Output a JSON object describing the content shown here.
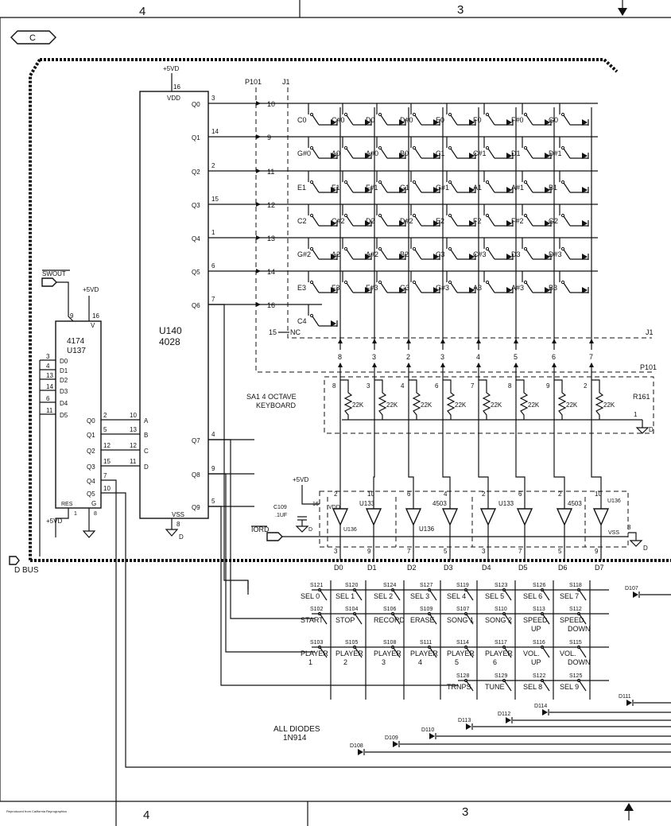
{
  "border": {
    "zones_top": [
      "4",
      "3"
    ],
    "zones_bottom": [
      "4",
      "3"
    ],
    "sheet_letter": "C",
    "credit": "Reproduced from California Reprographics"
  },
  "power": {
    "vdd_top": "+5VD",
    "vdd_latch": "+5VD",
    "vdd_bottom": "+5VD",
    "vdd_buffer": "+5VD",
    "ground_label": "D"
  },
  "u140": {
    "ref": "U140",
    "part": "4028",
    "vdd_pin": "VDD",
    "vdd_num": "16",
    "vss_pin": "VSS",
    "vss_num": "8",
    "inputs": [
      {
        "name": "A",
        "num": "10"
      },
      {
        "name": "B",
        "num": "13"
      },
      {
        "name": "C",
        "num": "12"
      },
      {
        "name": "D",
        "num": "11"
      }
    ],
    "outputs": [
      {
        "name": "Q0",
        "num": "3"
      },
      {
        "name": "Q1",
        "num": "14"
      },
      {
        "name": "Q2",
        "num": "2"
      },
      {
        "name": "Q3",
        "num": "15"
      },
      {
        "name": "Q4",
        "num": "1"
      },
      {
        "name": "Q5",
        "num": "6"
      },
      {
        "name": "Q6",
        "num": "7"
      },
      {
        "name": "Q7",
        "num": "4"
      },
      {
        "name": "Q8",
        "num": "9"
      },
      {
        "name": "Q9",
        "num": "5"
      }
    ]
  },
  "u137": {
    "ref": "U137",
    "part": "4174",
    "v_pin": "V",
    "v_num": "16",
    "clk_num": "9",
    "res_pin": "RES",
    "res_num": "1",
    "g_pin": "G",
    "g_num": "8",
    "signal": "SWOUT",
    "inputs": [
      {
        "name": "D0",
        "num": "3"
      },
      {
        "name": "D1",
        "num": "4"
      },
      {
        "name": "D2",
        "num": "13"
      },
      {
        "name": "D3",
        "num": "14"
      },
      {
        "name": "D4",
        "num": "6"
      },
      {
        "name": "D5",
        "num": "11"
      }
    ],
    "outputs": [
      {
        "name": "Q0",
        "num": "2"
      },
      {
        "name": "Q1",
        "num": "5"
      },
      {
        "name": "Q2",
        "num": "12"
      },
      {
        "name": "Q3",
        "num": "15"
      },
      {
        "name": "Q4",
        "num": "7"
      },
      {
        "name": "Q5",
        "num": "10"
      }
    ]
  },
  "connectors": {
    "p101": "P101",
    "j1": "J1",
    "row_pins": [
      "10",
      "9",
      "11",
      "12",
      "13",
      "14",
      "16"
    ],
    "nc_pin": "15",
    "nc_label": "NC",
    "col_pins": [
      "8",
      "3",
      "2",
      "3",
      "4",
      "5",
      "6",
      "7"
    ]
  },
  "keyboard": {
    "title": "SA1 4 OCTAVE",
    "subtitle": "KEYBOARD",
    "rows": [
      [
        "C0",
        "C#0",
        "D0",
        "D#0",
        "E0",
        "F0",
        "F#0",
        "G0"
      ],
      [
        "G#0",
        "A0",
        "A#0",
        "B0",
        "C1",
        "C#1",
        "D1",
        "D#1"
      ],
      [
        "E1",
        "F1",
        "F#1",
        "G1",
        "G#1",
        "A1",
        "A#1",
        "B1"
      ],
      [
        "C2",
        "C#2",
        "D2",
        "D#2",
        "E2",
        "F2",
        "F#2",
        "G2"
      ],
      [
        "G#2",
        "A2",
        "A#2",
        "B2",
        "C3",
        "C#3",
        "D3",
        "D#3"
      ],
      [
        "E3",
        "F3",
        "F#3",
        "G3",
        "G#3",
        "A3",
        "A#3",
        "B3"
      ],
      [
        "C4"
      ]
    ]
  },
  "resistors": {
    "ref": "R161",
    "value": "22K",
    "common_pin": "1",
    "pins": [
      "8",
      "3",
      "4",
      "6",
      "7",
      "8",
      "9",
      "2"
    ]
  },
  "buffers": {
    "chips": [
      "U133",
      "U136",
      "4503",
      "U133",
      "4503",
      "U136"
    ],
    "vdd": "VDD",
    "vss": "VSS",
    "vdd_num": "16",
    "vss_num": "8",
    "cap_ref": "C109",
    "cap_value": ".1UF",
    "iord": "IORD",
    "in_pins": [
      "2",
      "10",
      "6",
      "4",
      "2",
      "6",
      "2",
      "10"
    ],
    "out_pins": [
      "3",
      "9",
      "7",
      "5",
      "3",
      "7",
      "5",
      "9"
    ],
    "data_bits": [
      "D0",
      "D1",
      "D2",
      "D3",
      "D4",
      "D5",
      "D6",
      "D7"
    ],
    "bus_label": "D BUS"
  },
  "switches": {
    "rows": [
      [
        {
          "ref": "S121",
          "label": "SEL 0"
        },
        {
          "ref": "S120",
          "label": "SEL 1"
        },
        {
          "ref": "S124",
          "label": "SEL 2"
        },
        {
          "ref": "S127",
          "label": "SEL 3"
        },
        {
          "ref": "S119",
          "label": "SEL 4"
        },
        {
          "ref": "S123",
          "label": "SEL 5"
        },
        {
          "ref": "S126",
          "label": "SEL 6"
        },
        {
          "ref": "S118",
          "label": "SEL 7"
        }
      ],
      [
        {
          "ref": "S102",
          "label": "START"
        },
        {
          "ref": "S104",
          "label": "STOP"
        },
        {
          "ref": "S106",
          "label": "RECORD"
        },
        {
          "ref": "S109",
          "label": "ERASE"
        },
        {
          "ref": "S107",
          "label": "SONG 1"
        },
        {
          "ref": "S110",
          "label": "SONG 2"
        },
        {
          "ref": "S113",
          "label": "SPEED UP"
        },
        {
          "ref": "S112",
          "label": "SPEED DOWN"
        }
      ],
      [
        {
          "ref": "S103",
          "label": "PLAYER 1"
        },
        {
          "ref": "S105",
          "label": "PLAYER 2"
        },
        {
          "ref": "S108",
          "label": "PLAYER 3"
        },
        {
          "ref": "S111",
          "label": "PLAYER 4"
        },
        {
          "ref": "S114",
          "label": "PLAYER 5"
        },
        {
          "ref": "S117",
          "label": "PLAYER 6"
        },
        {
          "ref": "S116",
          "label": "VOL. UP"
        },
        {
          "ref": "S115",
          "label": "VOL. DOWN"
        }
      ],
      [
        {
          "ref": "S128",
          "label": "TRNPS"
        },
        {
          "ref": "S129",
          "label": "TUNE"
        },
        {
          "ref": "S122",
          "label": "SEL 8"
        },
        {
          "ref": "S125",
          "label": "SEL 9"
        }
      ]
    ],
    "diodes": [
      "D107",
      "D111",
      "D114",
      "D112",
      "D113",
      "D110",
      "D109",
      "D108"
    ],
    "note_line1": "ALL DIODES",
    "note_line2": "1N914"
  }
}
